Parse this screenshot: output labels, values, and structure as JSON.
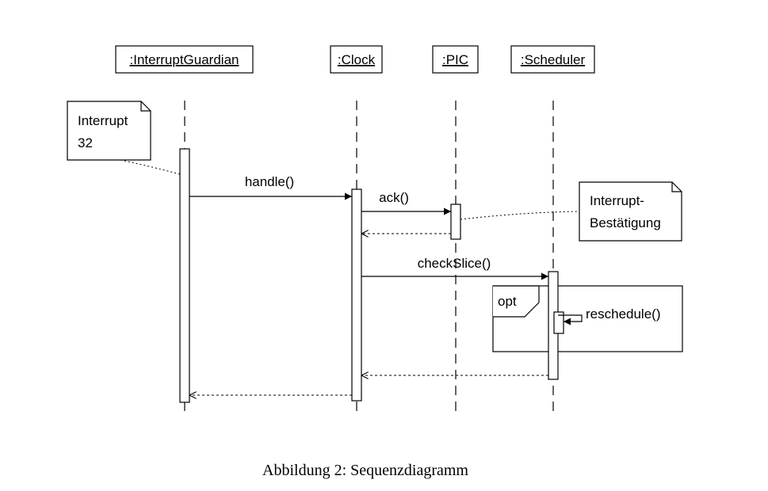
{
  "lifelines": [
    {
      "id": "guardian",
      "name": ":InterruptGuardian"
    },
    {
      "id": "clock",
      "name": ":Clock"
    },
    {
      "id": "pic",
      "name": ":PIC"
    },
    {
      "id": "scheduler",
      "name": ":Scheduler"
    }
  ],
  "messages": [
    {
      "from": "guardian",
      "to": "clock",
      "label": "handle()",
      "kind": "sync"
    },
    {
      "from": "clock",
      "to": "pic",
      "label": "ack()",
      "kind": "sync"
    },
    {
      "from": "pic",
      "to": "clock",
      "label": "",
      "kind": "return"
    },
    {
      "from": "clock",
      "to": "scheduler",
      "label": "checkSlice()",
      "kind": "sync"
    },
    {
      "from": "scheduler",
      "to": "scheduler",
      "label": "reschedule()",
      "kind": "self"
    },
    {
      "from": "scheduler",
      "to": "clock",
      "label": "",
      "kind": "return"
    },
    {
      "from": "clock",
      "to": "guardian",
      "label": "",
      "kind": "return"
    }
  ],
  "notes": [
    {
      "id": "interrupt-note",
      "lines": [
        "Interrupt",
        "32"
      ]
    },
    {
      "id": "ack-note",
      "lines": [
        "Interrupt-",
        "Bestätigung"
      ]
    }
  ],
  "fragment": {
    "operator": "opt"
  },
  "caption": "Abbildung 2: Sequenzdiagramm"
}
